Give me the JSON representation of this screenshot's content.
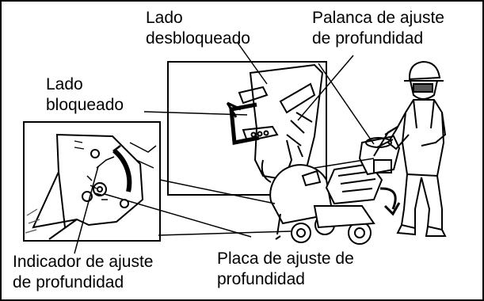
{
  "labels": {
    "unlocked_side": [
      "Lado",
      "desbloqueado"
    ],
    "depth_lever": [
      "Palanca de ajuste",
      "de profundidad"
    ],
    "locked_side": [
      "Lado",
      "bloqueado"
    ],
    "depth_indicator": [
      "Indicador de ajuste",
      "de profundidad"
    ],
    "depth_plate": [
      "Placa de ajuste de",
      "profundidad"
    ]
  },
  "colors": {
    "line": "#000000",
    "background": "#ffffff",
    "hatch": "#555555"
  }
}
